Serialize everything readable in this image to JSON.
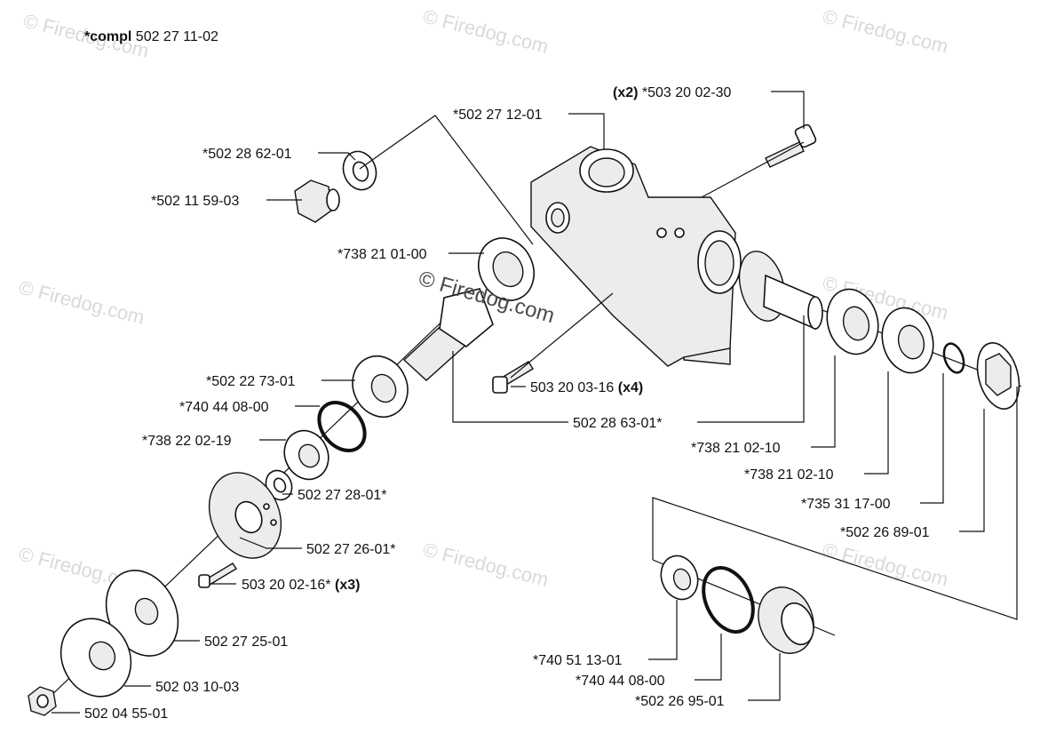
{
  "title": {
    "bold": "*compl",
    "rest": " 502 27 11-02"
  },
  "watermark": "© Firedog.com",
  "labels": [
    {
      "id": "l01",
      "text": "*502 28 62-01"
    },
    {
      "id": "l02",
      "text": "*502 11 59-03"
    },
    {
      "id": "l03",
      "text": "*502 27 12-01"
    },
    {
      "id": "l04",
      "text": "*503 20 02-30",
      "qty": "(x2)"
    },
    {
      "id": "l05",
      "text": "*738 21 01-00"
    },
    {
      "id": "l06",
      "text": "*502 22 73-01"
    },
    {
      "id": "l07",
      "text": "*740 44 08-00"
    },
    {
      "id": "l08",
      "text": "*738 22 02-19"
    },
    {
      "id": "l09",
      "text": "503 20 03-16",
      "qty": "(x4)"
    },
    {
      "id": "l10",
      "text": "502 28 63-01*"
    },
    {
      "id": "l11",
      "text": "502 27 28-01*"
    },
    {
      "id": "l12",
      "text": "502 27 26-01*"
    },
    {
      "id": "l13",
      "text": "503 20 02-16*",
      "qty": "(x3)"
    },
    {
      "id": "l14",
      "text": "502 27 25-01"
    },
    {
      "id": "l15",
      "text": "502 03 10-03"
    },
    {
      "id": "l16",
      "text": "502 04 55-01"
    },
    {
      "id": "l17",
      "text": "*738 21 02-10"
    },
    {
      "id": "l18",
      "text": "*738 21 02-10"
    },
    {
      "id": "l19",
      "text": "*735 31 17-00"
    },
    {
      "id": "l20",
      "text": "*502 26 89-01"
    },
    {
      "id": "l21",
      "text": "*740 51 13-01"
    },
    {
      "id": "l22",
      "text": "*740 44 08-00"
    },
    {
      "id": "l23",
      "text": "*502 26 95-01"
    }
  ]
}
